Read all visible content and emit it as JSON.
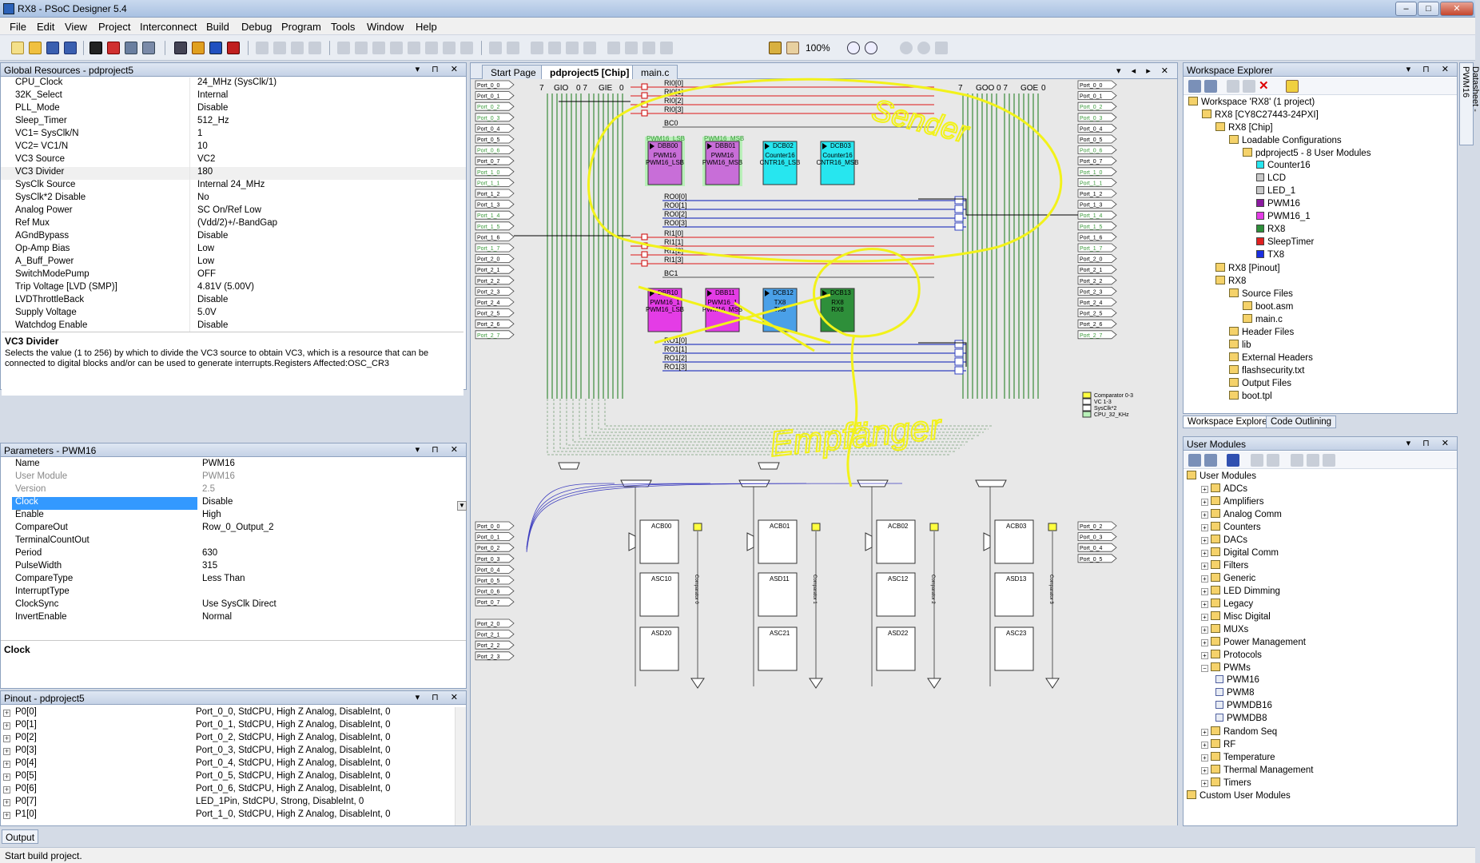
{
  "app": {
    "title": "RX8 - PSoC Designer 5.4"
  },
  "menu": [
    "File",
    "Edit",
    "View",
    "Project",
    "Interconnect",
    "Build",
    "Debug",
    "Program",
    "Tools",
    "Window",
    "Help"
  ],
  "toolbar": {
    "zoom": "100%"
  },
  "global": {
    "title": "Global Resources - pdproject5",
    "rows": [
      [
        "CPU_Clock",
        "24_MHz (SysClk/1)"
      ],
      [
        "32K_Select",
        "Internal"
      ],
      [
        "PLL_Mode",
        "Disable"
      ],
      [
        "Sleep_Timer",
        "512_Hz"
      ],
      [
        "VC1= SysClk/N",
        "1"
      ],
      [
        "VC2= VC1/N",
        "10"
      ],
      [
        "VC3 Source",
        "VC2"
      ],
      [
        "VC3 Divider",
        "180"
      ],
      [
        "SysClk Source",
        "Internal 24_MHz"
      ],
      [
        "SysClk*2 Disable",
        "No"
      ],
      [
        "Analog Power",
        "SC On/Ref Low"
      ],
      [
        "Ref Mux",
        "(Vdd/2)+/-BandGap"
      ],
      [
        "AGndBypass",
        "Disable"
      ],
      [
        "Op-Amp Bias",
        "Low"
      ],
      [
        "A_Buff_Power",
        "Low"
      ],
      [
        "SwitchModePump",
        "OFF"
      ],
      [
        "Trip Voltage [LVD (SMP)]",
        "4.81V (5.00V)"
      ],
      [
        "LVDThrottleBack",
        "Disable"
      ],
      [
        "Supply Voltage",
        "5.0V"
      ],
      [
        "Watchdog Enable",
        "Disable"
      ]
    ],
    "desc_title": "VC3 Divider",
    "desc_text": "Selects the value (1 to 256) by which to divide the VC3 source to obtain VC3, which is a resource that can be connected to digital blocks and/or can be used to generate interrupts.Registers Affected:OSC_CR3"
  },
  "params": {
    "title": "Parameters - PWM16",
    "rows": [
      [
        "Name",
        "PWM16"
      ],
      [
        "User Module",
        "PWM16"
      ],
      [
        "Version",
        "2.5"
      ],
      [
        "Clock",
        "Disable"
      ],
      [
        "Enable",
        "High"
      ],
      [
        "CompareOut",
        "Row_0_Output_2"
      ],
      [
        "TerminalCountOut",
        ""
      ],
      [
        "Period",
        "630"
      ],
      [
        "PulseWidth",
        "315"
      ],
      [
        "CompareType",
        "Less Than"
      ],
      [
        "InterruptType",
        ""
      ],
      [
        "ClockSync",
        "Use SysClk Direct"
      ],
      [
        "InvertEnable",
        "Normal"
      ]
    ],
    "desc_title": "Clock"
  },
  "pinout": {
    "title": "Pinout - pdproject5",
    "rows": [
      [
        "P0[0]",
        "Port_0_0, StdCPU, High Z Analog, DisableInt, 0"
      ],
      [
        "P0[1]",
        "Port_0_1, StdCPU, High Z Analog, DisableInt, 0"
      ],
      [
        "P0[2]",
        "Port_0_2, StdCPU, High Z Analog, DisableInt, 0"
      ],
      [
        "P0[3]",
        "Port_0_3, StdCPU, High Z Analog, DisableInt, 0"
      ],
      [
        "P0[4]",
        "Port_0_4, StdCPU, High Z Analog, DisableInt, 0"
      ],
      [
        "P0[5]",
        "Port_0_5, StdCPU, High Z Analog, DisableInt, 0"
      ],
      [
        "P0[6]",
        "Port_0_6, StdCPU, High Z Analog, DisableInt, 0"
      ],
      [
        "P0[7]",
        "LED_1Pin, StdCPU, Strong, DisableInt, 0"
      ],
      [
        "P1[0]",
        "Port_1_0, StdCPU, High Z Analog, DisableInt, 0"
      ]
    ]
  },
  "doc": {
    "tabs": [
      "Start Page",
      "pdproject5 [Chip]",
      "main.c"
    ]
  },
  "chip": {
    "ri_top": [
      "RI0[0]",
      "RI0[1]",
      "RI0[2]",
      "RI0[3]"
    ],
    "bc0": "BC0",
    "ro_top": [
      "RO0[0]",
      "RO0[1]",
      "RO0[2]",
      "RO0[3]"
    ],
    "ri_bot": [
      "RI1[0]",
      "RI1[1]",
      "RI1[2]",
      "RI1[3]"
    ],
    "bc1": "BC1",
    "ro_bot": [
      "RO1[0]",
      "RO1[1]",
      "RO1[2]",
      "RO1[3]"
    ],
    "hdr_gio": "GIO",
    "hdr_gie": "GIE",
    "hdr_goo": "GOO",
    "hdr_goe": "GOE",
    "hdr7": "7",
    "hdr0": "0",
    "hdr07": "0 7",
    "dig_top": [
      {
        "tag": "PWM16_LSB",
        "id": "DBB00",
        "l1": "PWM16",
        "l2": "PWM16_LSB",
        "color": "#c86ed8"
      },
      {
        "tag": "PWM16_MSB",
        "id": "DBB01",
        "l1": "PWM16",
        "l2": "PWM16_MSB",
        "color": "#c86ed8"
      },
      {
        "tag": "",
        "id": "DCB02",
        "l1": "Counter16",
        "l2": "CNTR16_LSB",
        "color": "#27e6ef"
      },
      {
        "tag": "",
        "id": "DCB03",
        "l1": "Counter16",
        "l2": "CNTR16_MSB",
        "color": "#27e6ef"
      }
    ],
    "dig_bot": [
      {
        "id": "DBB10",
        "l1": "PWM16_1",
        "l2": "PWM16_LSB",
        "color": "#e43ce6"
      },
      {
        "id": "DBB11",
        "l1": "PWM16_1",
        "l2": "PWM16_MSB",
        "color": "#e43ce6"
      },
      {
        "id": "DCB12",
        "l1": "TX8",
        "l2": "TX8",
        "color": "#4aa0e8"
      },
      {
        "id": "DCB13",
        "l1": "RX8",
        "l2": "RX8",
        "color": "#2e8f3a"
      }
    ],
    "ports_left": [
      "Port_0_0",
      "Port_0_1",
      "Port_0_2",
      "Port_0_3",
      "Port_0_4",
      "Port_0_5",
      "Port_0_6",
      "Port_0_7",
      "Port_1_0",
      "Port_1_1",
      "Port_1_2",
      "Port_1_3",
      "Port_1_4",
      "Port_1_5",
      "Port_1_6",
      "Port_1_7",
      "Port_2_0",
      "Port_2_1",
      "Port_2_2",
      "Port_2_3",
      "Port_2_4",
      "Port_2_5",
      "Port_2_6",
      "Port_2_7"
    ],
    "ports_right": [
      "Port_0_0",
      "Port_0_1",
      "Port_0_2",
      "Port_0_3",
      "Port_0_4",
      "Port_0_5",
      "Port_0_6",
      "Port_0_7",
      "Port_1_0",
      "Port_1_1",
      "Port_1_2",
      "Port_1_3",
      "Port_1_4",
      "Port_1_5",
      "Port_1_6",
      "Port_1_7",
      "Port_2_0",
      "Port_2_1",
      "Port_2_2",
      "Port_2_3",
      "Port_2_4",
      "Port_2_5",
      "Port_2_6",
      "Port_2_7"
    ],
    "ports_analog_left": [
      "Port_0_0",
      "Port_0_1",
      "Port_0_2",
      "Port_0_3",
      "Port_0_4",
      "Port_0_5",
      "Port_0_6",
      "Port_0_7"
    ],
    "ports_analog_left2": [
      "Port_2_0",
      "Port_2_1",
      "Port_2_2",
      "Port_2_3"
    ],
    "ports_analog_right": [
      "Port_0_2",
      "Port_0_3",
      "Port_0_4",
      "Port_0_5"
    ],
    "legend": [
      "Comparator 0-3",
      "VC 1-3",
      "SysClk*2",
      "CPU_32_KHz"
    ],
    "analog_cols": [
      "ACB00",
      "ACB01",
      "ACB02",
      "ACB03"
    ],
    "analog_mid": [
      "ASC10",
      "ASD11",
      "ASC12",
      "ASD13"
    ],
    "analog_bot": [
      "ASD20",
      "ASC21",
      "ASD22",
      "ASC23"
    ],
    "comparators": [
      "Comparator 0",
      "Comparator 1",
      "Comparator 2",
      "Comparator 3"
    ],
    "annotation_top": "Sender",
    "annotation_bottom": "Empfänger"
  },
  "workspace": {
    "title": "Workspace Explorer",
    "items": [
      {
        "t": "Workspace 'RX8' (1 project)",
        "d": 0
      },
      {
        "t": "RX8 [CY8C27443-24PXI]",
        "d": 1
      },
      {
        "t": "RX8 [Chip]",
        "d": 2
      },
      {
        "t": "Loadable Configurations",
        "d": 3
      },
      {
        "t": "pdproject5 - 8 User Modules",
        "d": 4
      },
      {
        "t": "Counter16",
        "d": 5,
        "c": "#27e6ef"
      },
      {
        "t": "LCD",
        "d": 5,
        "c": "#c8c8c8"
      },
      {
        "t": "LED_1",
        "d": 5,
        "c": "#c8c8c8"
      },
      {
        "t": "PWM16",
        "d": 5,
        "c": "#8b1aa0"
      },
      {
        "t": "PWM16_1",
        "d": 5,
        "c": "#e43ce6"
      },
      {
        "t": "RX8",
        "d": 5,
        "c": "#2e8f3a"
      },
      {
        "t": "SleepTimer",
        "d": 5,
        "c": "#e02020"
      },
      {
        "t": "TX8",
        "d": 5,
        "c": "#1a2ee0"
      },
      {
        "t": "RX8 [Pinout]",
        "d": 2
      },
      {
        "t": "RX8",
        "d": 2
      },
      {
        "t": "Source Files",
        "d": 3
      },
      {
        "t": "boot.asm",
        "d": 4
      },
      {
        "t": "main.c",
        "d": 4
      },
      {
        "t": "Header Files",
        "d": 3
      },
      {
        "t": "lib",
        "d": 3
      },
      {
        "t": "External Headers",
        "d": 3
      },
      {
        "t": "flashsecurity.txt",
        "d": 3
      },
      {
        "t": "Output Files",
        "d": 3
      },
      {
        "t": "boot.tpl",
        "d": 3
      }
    ],
    "tabs": [
      "Workspace Explorer",
      "Code Outlining"
    ]
  },
  "modules": {
    "title": "User Modules",
    "items": [
      {
        "t": "User Modules",
        "d": 0
      },
      {
        "t": "ADCs",
        "d": 1
      },
      {
        "t": "Amplifiers",
        "d": 1
      },
      {
        "t": "Analog Comm",
        "d": 1
      },
      {
        "t": "Counters",
        "d": 1
      },
      {
        "t": "DACs",
        "d": 1
      },
      {
        "t": "Digital Comm",
        "d": 1
      },
      {
        "t": "Filters",
        "d": 1
      },
      {
        "t": "Generic",
        "d": 1
      },
      {
        "t": "LED Dimming",
        "d": 1
      },
      {
        "t": "Legacy",
        "d": 1
      },
      {
        "t": "Misc Digital",
        "d": 1
      },
      {
        "t": "MUXs",
        "d": 1
      },
      {
        "t": "Power Management",
        "d": 1
      },
      {
        "t": "Protocols",
        "d": 1
      },
      {
        "t": "PWMs",
        "d": 1
      },
      {
        "t": "PWM16",
        "d": 2
      },
      {
        "t": "PWM8",
        "d": 2
      },
      {
        "t": "PWMDB16",
        "d": 2
      },
      {
        "t": "PWMDB8",
        "d": 2
      },
      {
        "t": "Random Seq",
        "d": 1
      },
      {
        "t": "RF",
        "d": 1
      },
      {
        "t": "Temperature",
        "d": 1
      },
      {
        "t": "Thermal Management",
        "d": 1
      },
      {
        "t": "Timers",
        "d": 1
      },
      {
        "t": "Custom User Modules",
        "d": 0
      }
    ]
  },
  "side": {
    "datasheet": "Datasheet - PWM16"
  },
  "output": {
    "tab": "Output"
  },
  "status": {
    "text": "Start build project."
  }
}
